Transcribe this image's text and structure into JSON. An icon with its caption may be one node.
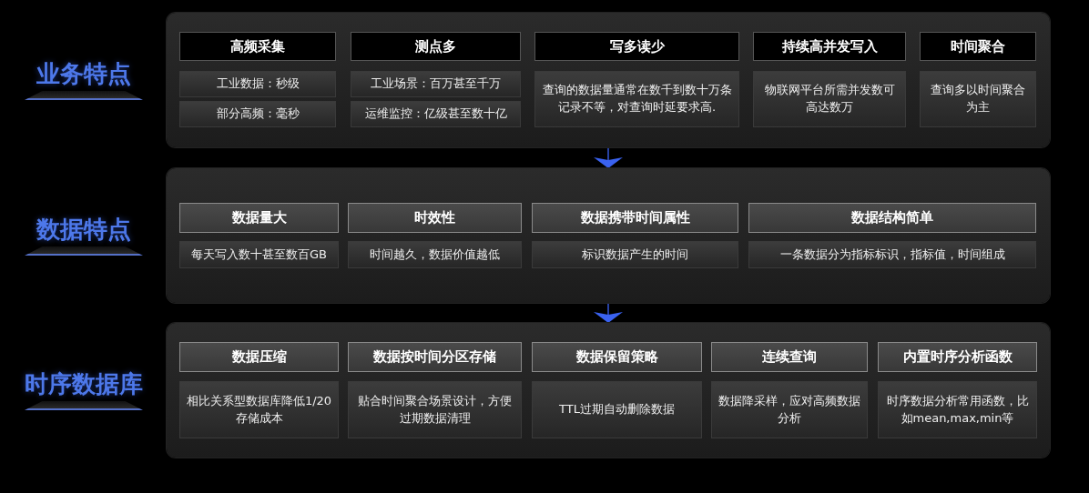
{
  "diagram": {
    "nodes": [
      {
        "text": [
          "业务特点"
        ]
      },
      {
        "text": [
          "高频采集"
        ],
        "in": 0
      },
      {
        "text": [
          "工业数据：秒级"
        ],
        "in": 0
      },
      {
        "text": [
          "部分高频：毫秒"
        ],
        "in": 0
      },
      {
        "text": [
          "测点多"
        ],
        "in": 0
      },
      {
        "text": [
          "工业场景：百万甚至千万"
        ],
        "in": 0
      },
      {
        "text": [
          "运维监控：亿级甚至数十亿"
        ],
        "in": 0
      },
      {
        "text": [
          "写多读少"
        ],
        "in": 0
      },
      {
        "text": [
          "查询的数据量通常在数千到数十万条记录不等，对查询时延要求高."
        ],
        "in": 0
      },
      {
        "text": [
          "持续高并发写入"
        ],
        "in": 0
      },
      {
        "text": [
          "物联网平台所需并发数可高达数万"
        ],
        "in": 0
      },
      {
        "text": [
          "时间聚合"
        ],
        "in": 0
      },
      {
        "text": [
          "查询多以时间聚合为主"
        ],
        "in": 0
      },
      {
        "text": [
          "数据特点"
        ]
      },
      {
        "text": [
          "数据量大"
        ],
        "in": 13
      },
      {
        "text": [
          "每天写入数十甚至数百GB"
        ],
        "in": 13
      },
      {
        "text": [
          "时效性"
        ],
        "in": 13
      },
      {
        "text": [
          "时间越久，数据价值越低"
        ],
        "in": 13
      },
      {
        "text": [
          "数据携带时间属性"
        ],
        "in": 13
      },
      {
        "text": [
          "标识数据产生的时间"
        ],
        "in": 13
      },
      {
        "text": [
          "数据结构简单"
        ],
        "in": 13
      },
      {
        "text": [
          "一条数据分为指标标识，指标值，时间组成"
        ],
        "in": 13
      },
      {
        "text": [
          "时序数据库"
        ]
      },
      {
        "text": [
          "数据压缩"
        ],
        "in": 22
      },
      {
        "text": [
          "相比关系型数据库降低1/20存储成本"
        ],
        "in": 22
      },
      {
        "text": [
          "数据按时间分区存储"
        ],
        "in": 22
      },
      {
        "text": [
          "贴合时间聚合场景设计，方便过期数据清理"
        ],
        "in": 22
      },
      {
        "text": [
          "数据保留策略"
        ],
        "in": 22
      },
      {
        "text": [
          "TTL过期自动删除数据"
        ],
        "in": 22
      },
      {
        "text": [
          "连续查询"
        ],
        "in": 22
      },
      {
        "text": [
          "数据降采样，应对高频数据分析"
        ],
        "in": 22
      },
      {
        "text": [
          "内置时序分析函数"
        ],
        "in": 22
      },
      {
        "text": [
          "时序数据分析常用函数，比如mean,max,min等"
        ],
        "in": 22
      }
    ],
    "edges": [
      {
        "from": 0,
        "to": 13,
        "arrow": "to"
      },
      {
        "from": 13,
        "to": 22,
        "arrow": "to"
      }
    ]
  }
}
